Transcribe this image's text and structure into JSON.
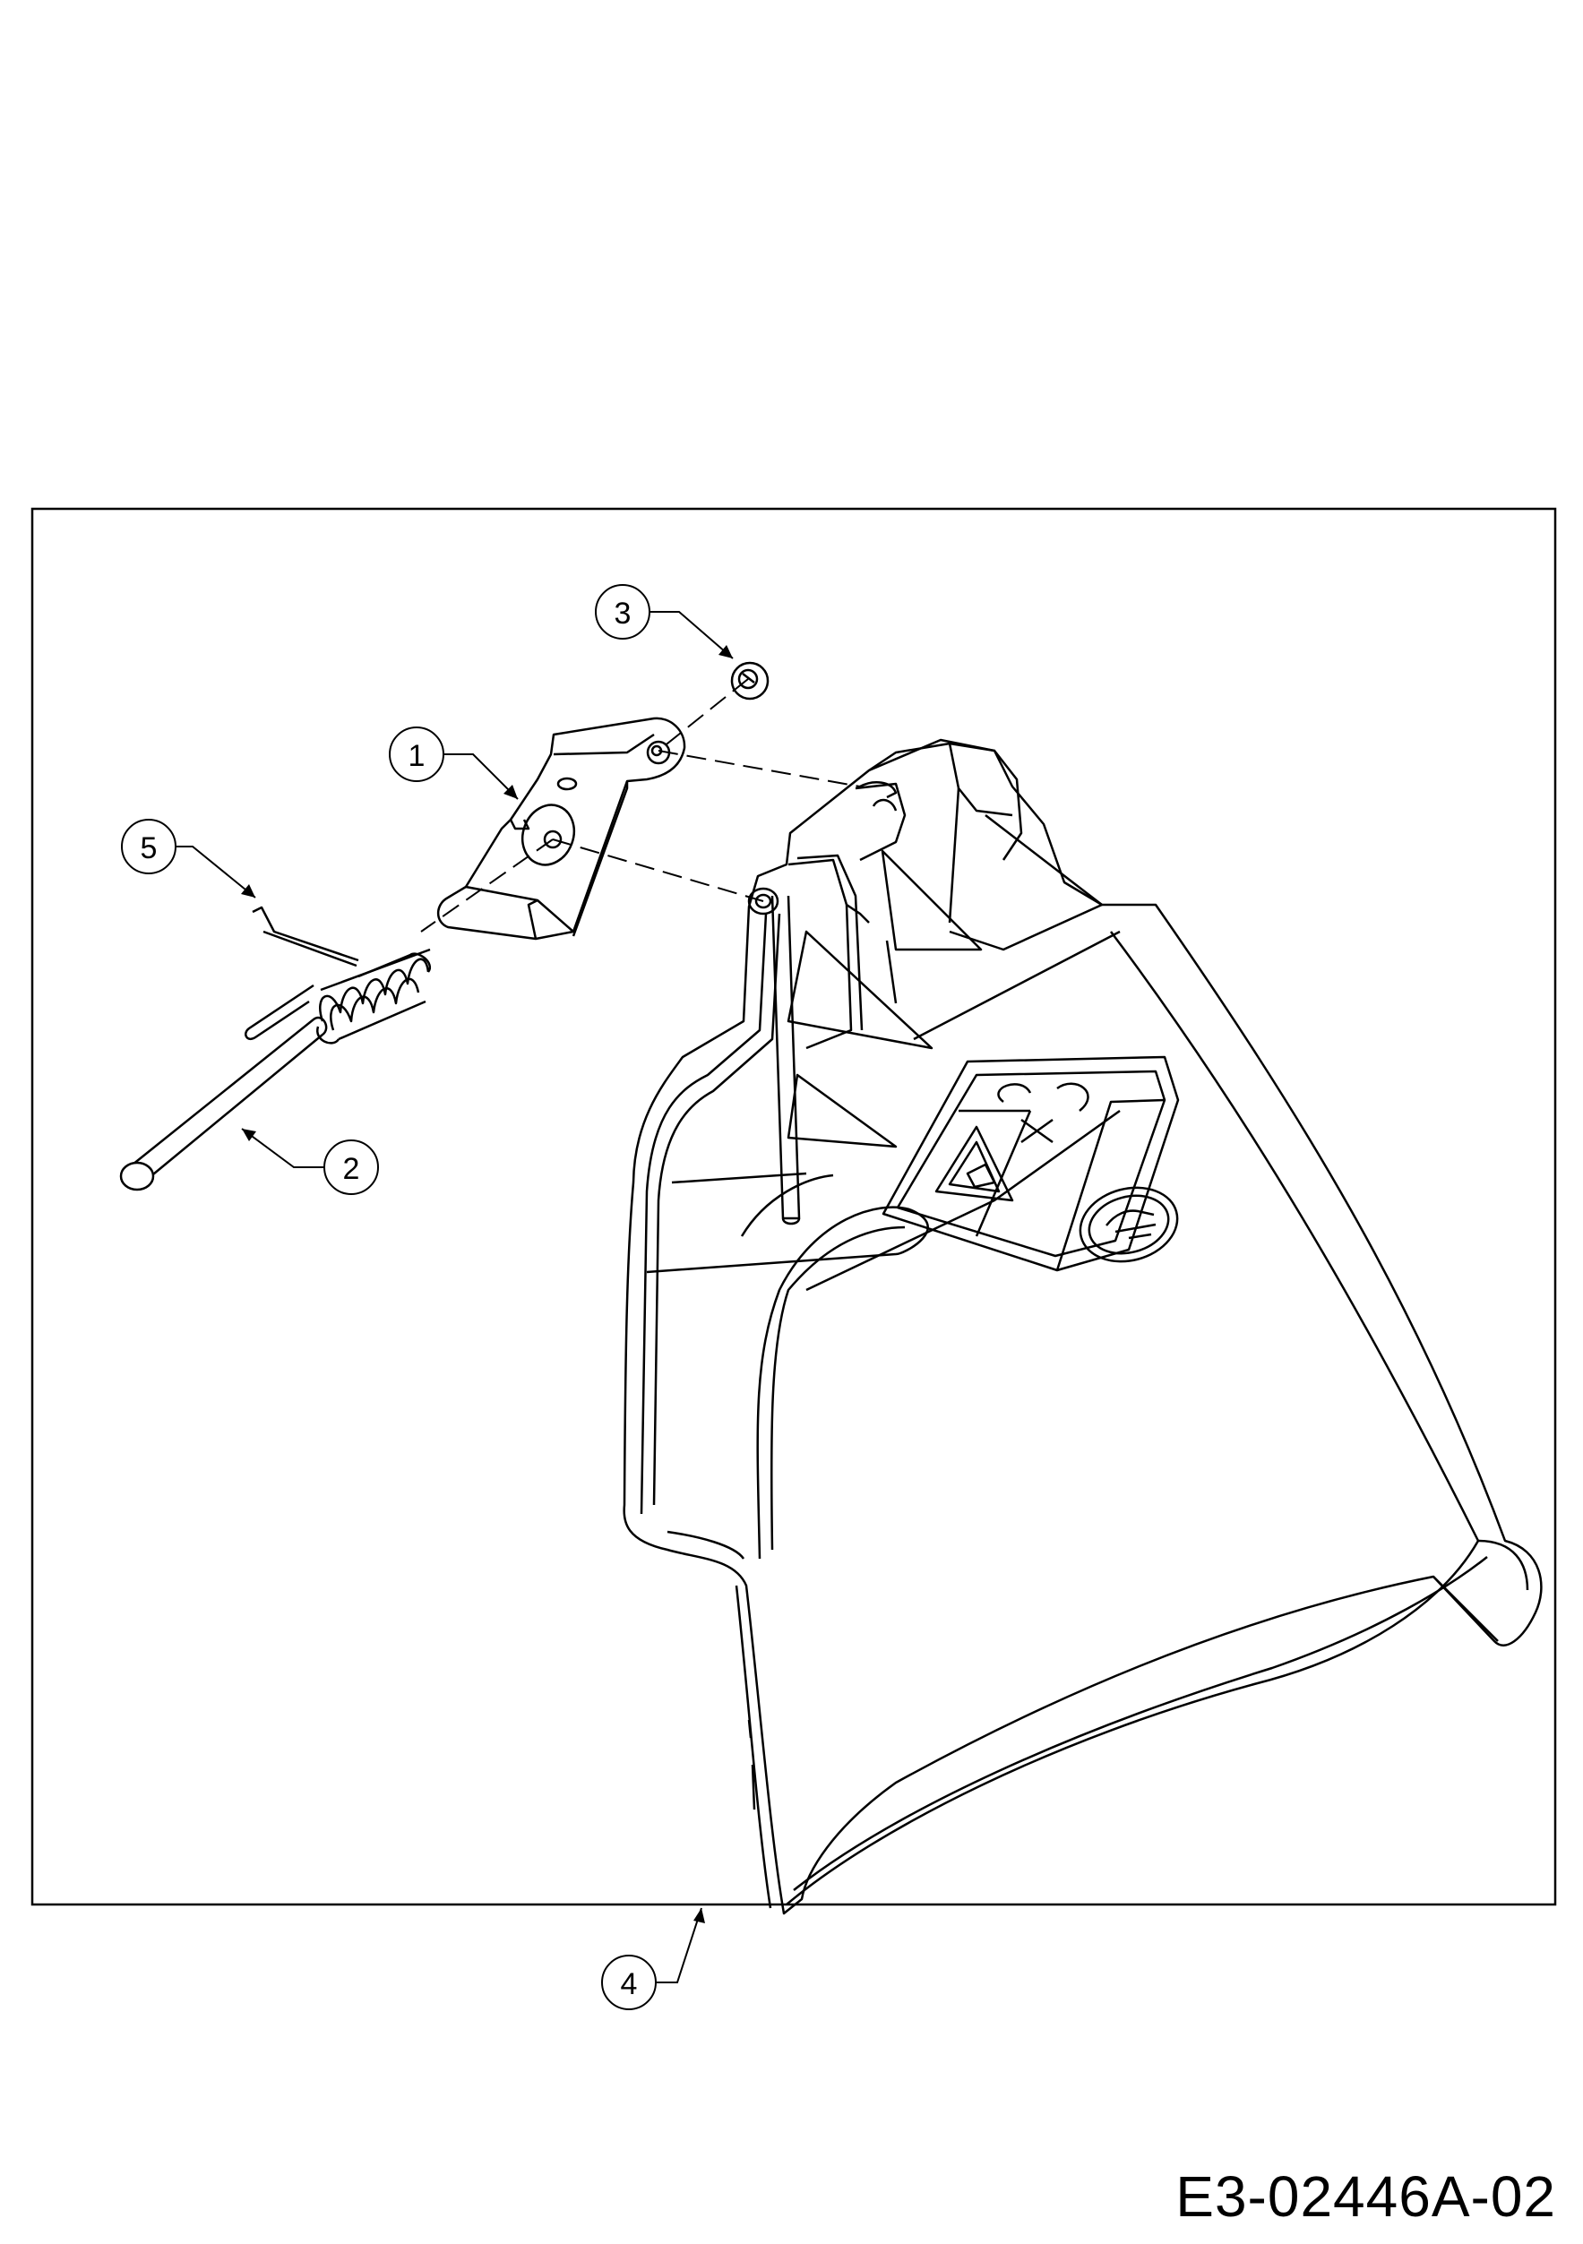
{
  "diagram": {
    "document_code": "E3-02446A-02",
    "callouts": [
      {
        "id": "callout-1",
        "number": "1"
      },
      {
        "id": "callout-2",
        "number": "2"
      },
      {
        "id": "callout-3",
        "number": "3"
      },
      {
        "id": "callout-4",
        "number": "4"
      },
      {
        "id": "callout-5",
        "number": "5"
      }
    ]
  }
}
